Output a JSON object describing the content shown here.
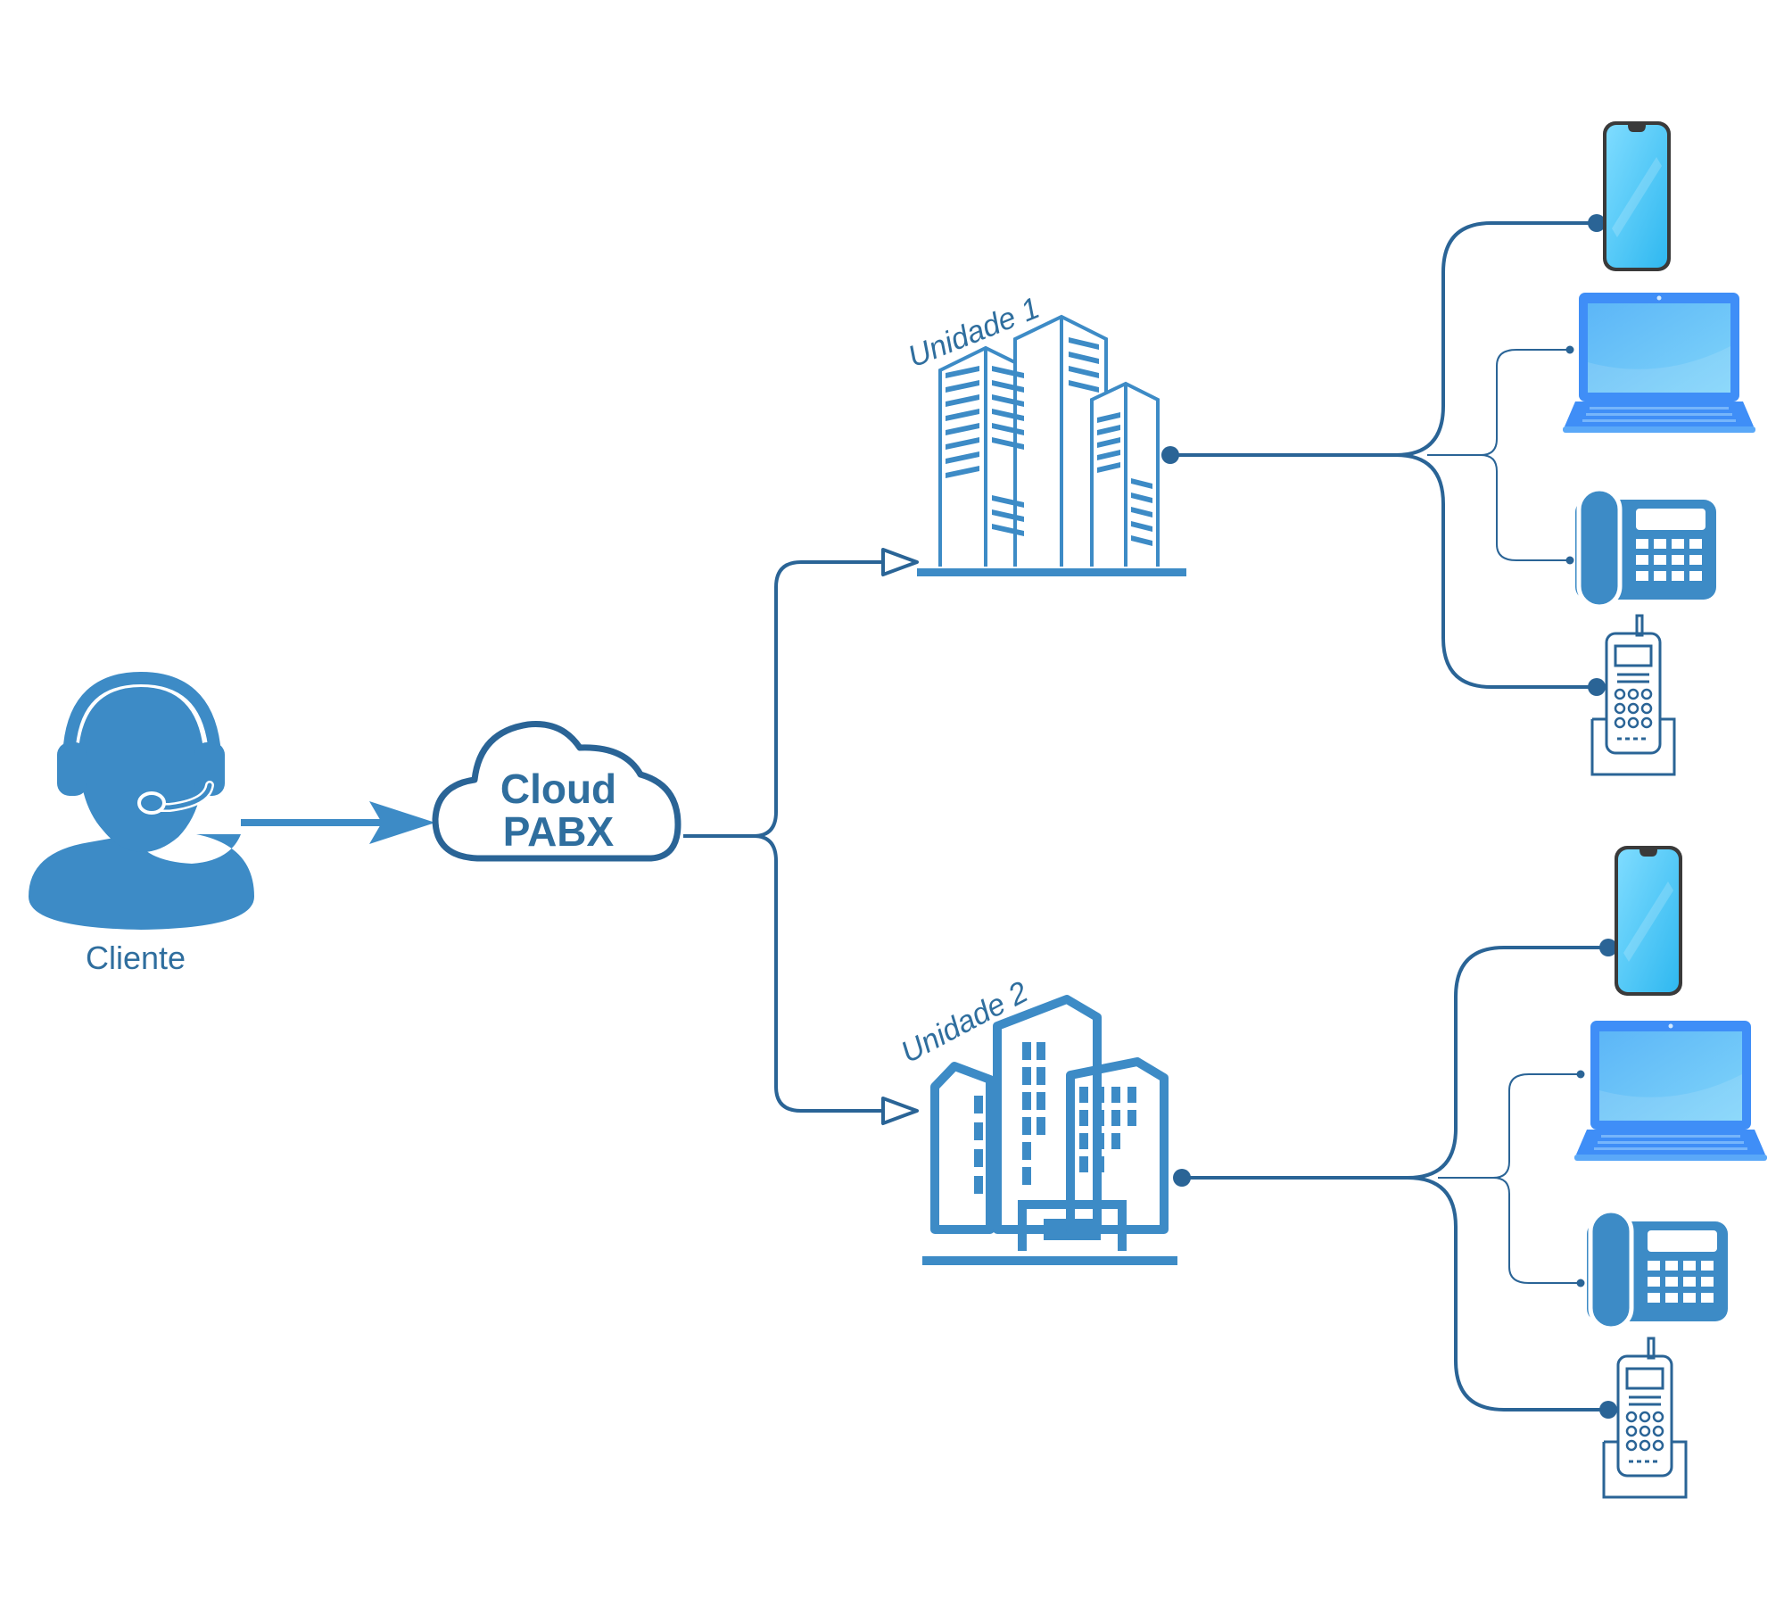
{
  "labels": {
    "client": "Cliente",
    "cloud_line1": "Cloud",
    "cloud_line2": "PABX",
    "unit1": "Unidade 1",
    "unit2": "Unidade 2"
  },
  "colors": {
    "line": "#2a6496",
    "icon": "#3d8bc6",
    "text": "#2f6e9e",
    "laptop": "#3f8ef7",
    "laptop_screen": "#66c3f5",
    "phone_screen": "#4cc7f7",
    "phone_body": "#444444"
  },
  "devices": [
    "smartphone-icon",
    "laptop-icon",
    "desk-phone-icon",
    "cordless-phone-icon"
  ]
}
